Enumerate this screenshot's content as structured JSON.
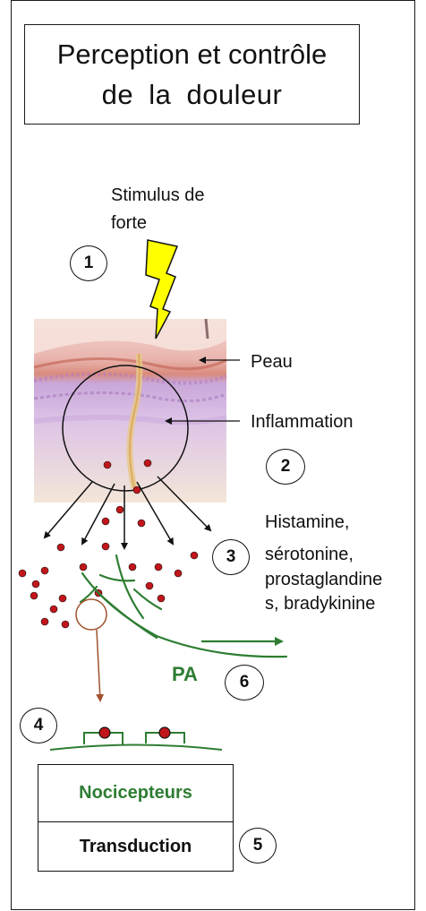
{
  "title": {
    "line1": "Perception et contrôle",
    "line2": "de la douleur"
  },
  "labels": {
    "stimulus_line1": "Stimulus de",
    "stimulus_line2": "forte",
    "peau": "Peau",
    "inflammation": "Inflammation",
    "mediators": [
      "Histamine,",
      "sérotonine,",
      "prostaglandine",
      "s, bradykinine"
    ],
    "pa": "PA",
    "nocicepteurs": "Nocicepteurs",
    "transduction": "Transduction"
  },
  "steps": [
    "1",
    "2",
    "3",
    "4",
    "5",
    "6"
  ],
  "colors": {
    "nerve_green": "#2e7d32",
    "dot_red": "#c0161b",
    "lightning": "#ffff00",
    "arrow_brown": "#a0522d",
    "skin_pink": "#e9b4ad",
    "tissue_purple": "#c9a6d9"
  },
  "icons": [
    "lightning-bolt-icon",
    "skin-tissue-illustration"
  ]
}
